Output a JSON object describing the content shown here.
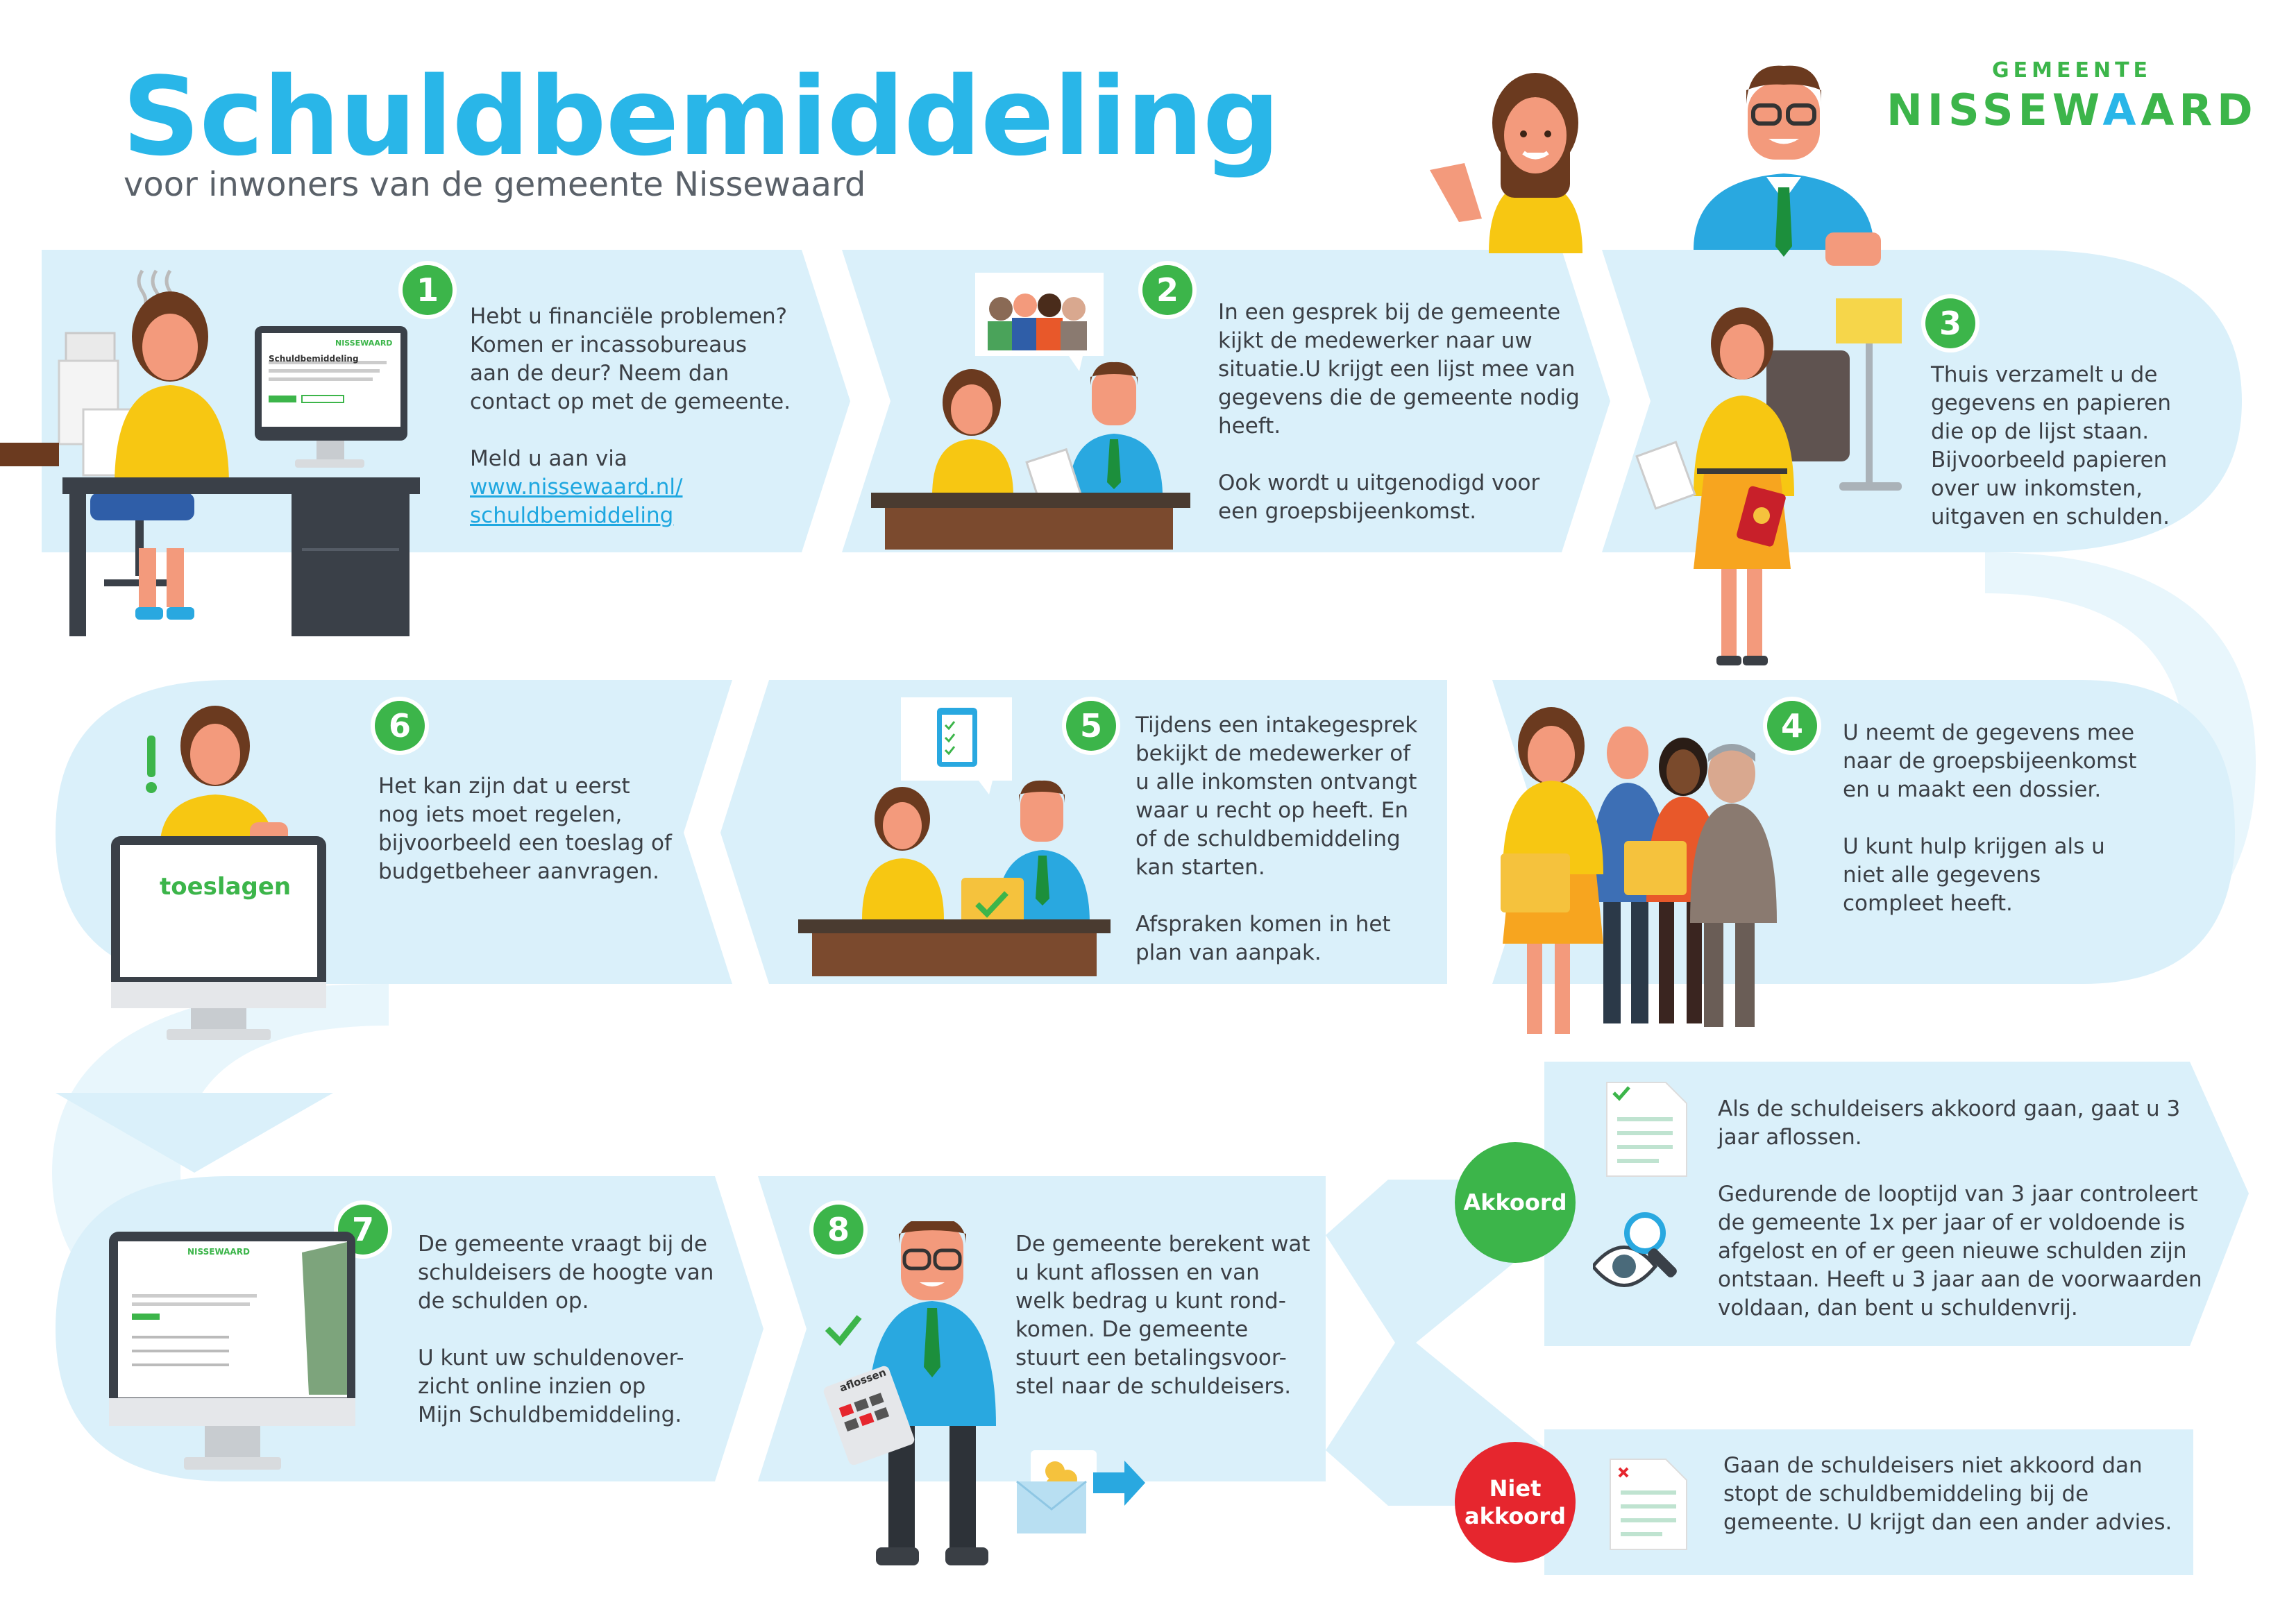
{
  "header": {
    "title": "Schuldbemiddeling",
    "subtitle": "voor inwoners van de gemeente Nissewaard",
    "logo_top": "GEMEENTE",
    "logo_main_a": "NISSEW",
    "logo_main_b": "A",
    "logo_main_c": "ARD"
  },
  "steps": [
    {
      "number": "1",
      "text": "Hebt u financiële problemen?\nKomen er incassobureaus\naan de deur? Neem dan\ncontact op met de gemeente.\n\nMeld u aan via",
      "link1": "www.nissewaard.nl/",
      "link2": "schuldbemiddeling"
    },
    {
      "number": "2",
      "text": "In een gesprek bij de gemeente\nkijkt de medewerker naar uw\nsituatie.U krijgt een lijst mee van\ngegevens die de gemeente nodig\nheeft.\n\nOok wordt u uitgenodigd voor\neen groepsbijeenkomst."
    },
    {
      "number": "3",
      "text": "Thuis verzamelt u de\ngegevens en papieren\ndie op de lijst staan.\nBijvoorbeeld papieren\nover uw inkomsten,\nuitgaven en schulden."
    },
    {
      "number": "4",
      "text": "U neemt de gegevens mee\nnaar de groepsbijeenkomst\nen u maakt een dossier.\n\nU kunt hulp krijgen als u\nniet alle gegevens\ncompleet heeft."
    },
    {
      "number": "5",
      "text": " Tijdens een intakegesprek\nbekijkt de medewerker of\nu alle inkomsten ontvangt\nwaar u recht op heeft. En\nof de schuldbemiddeling\nkan starten.\n\nAfspraken komen in het\nplan van aanpak."
    },
    {
      "number": "6",
      "text": "Het kan zijn dat u eerst\nnog iets moet regelen,\nbijvoorbeeld een toeslag of\nbudgetbeheer aanvragen."
    },
    {
      "number": "7",
      "text": "De gemeente vraagt bij de\nschuldeisers de hoogte van\nde schulden op.\n\nU kunt uw schuldenover-\nzicht online inzien op\nMijn Schuldbemiddeling."
    },
    {
      "number": "8",
      "text": "De gemeente berekent wat\nu kunt aflossen en van\nwelk bedrag u kunt rond-\nkomen. De gemeente\nstuurt een betalingsvoor-\nstel naar de schuldeisers."
    }
  ],
  "outcomes": {
    "akkoord_label": "Akkoord",
    "akkoord_text": "Als de schuldeisers akkoord gaan, gaat u 3\njaar aflossen.\n\nGedurende de looptijd van 3 jaar controleert\nde gemeente 1x per jaar of er voldoende is\nafgelost en of er geen nieuwe schulden zijn\nontstaan. Heeft u 3 jaar aan de voorwaarden\nvoldaan, dan bent u schuldenvrij.",
    "niet_label": "Niet\nakkoord",
    "niet_text": "Gaan de schuldeisers niet akkoord dan\nstopt de schuldbemiddeling bij de\ngemeente. U krijgt dan een ander advies."
  },
  "illustrations": {
    "monitor1_title": "Schuldbemiddeling",
    "monitor1_brand": "NISSEWAARD",
    "monitor7_brand": "NISSEWAARD",
    "toeslagen": "toeslagen",
    "calculator": "aflossen"
  },
  "colors": {
    "band": "#daf0fa",
    "accent": "#29b6e8",
    "green": "#3cb54a",
    "red": "#e6262e"
  }
}
